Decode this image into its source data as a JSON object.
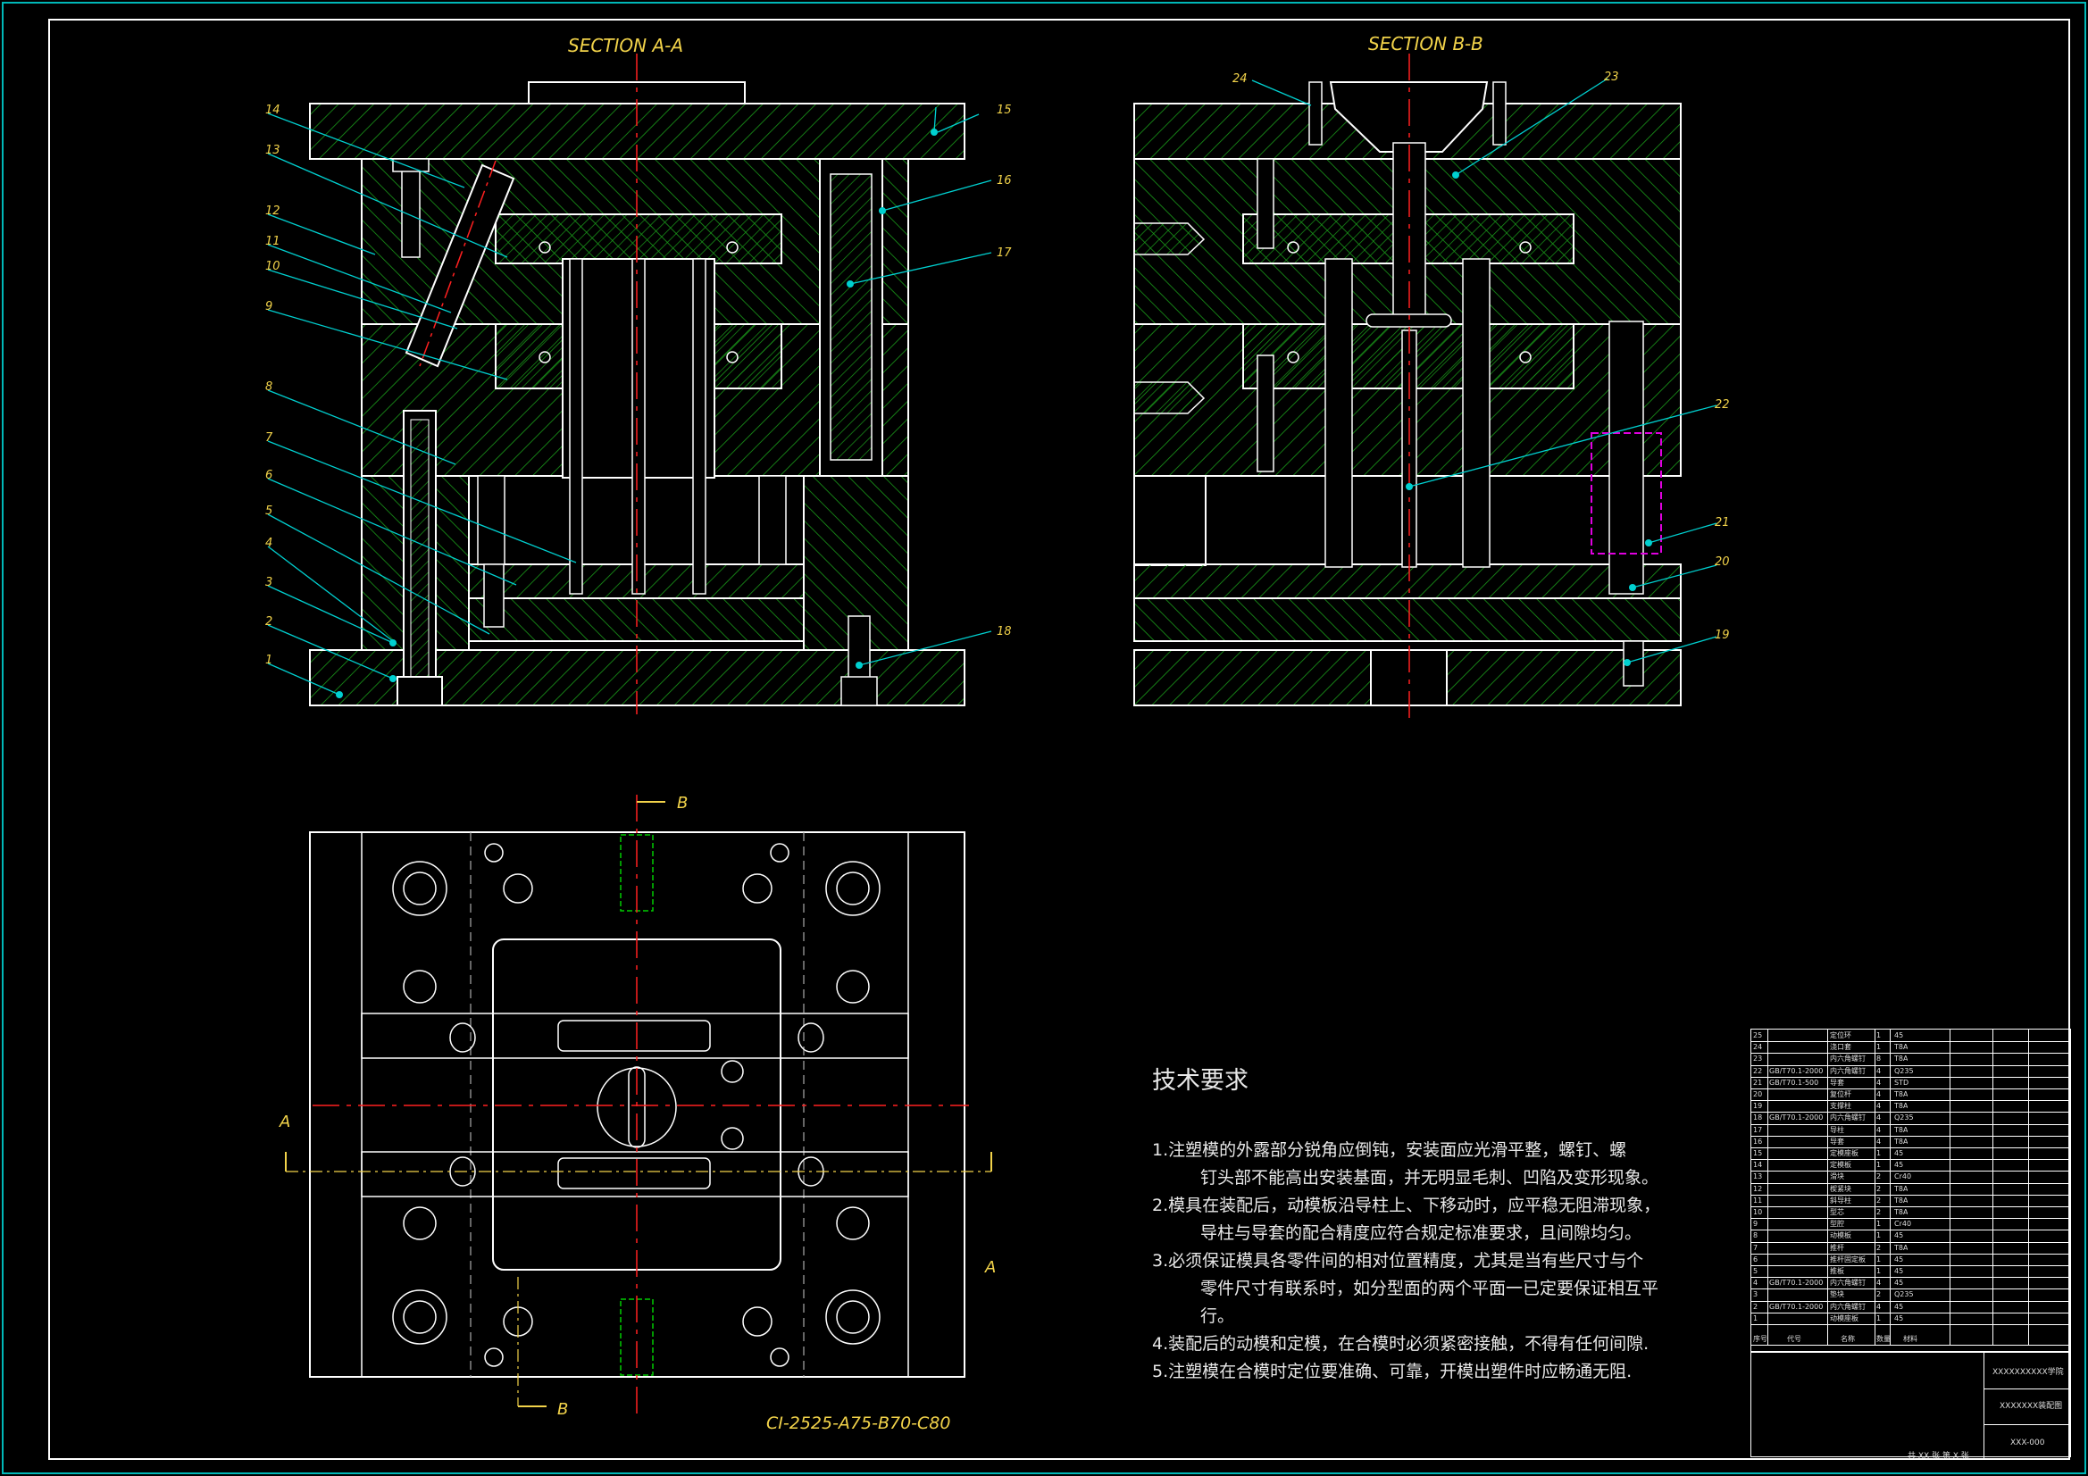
{
  "views": {
    "section_aa_title": "SECTION A-A",
    "section_bb_title": "SECTION B-B",
    "mold_base_code": "CI-2525-A75-B70-C80",
    "cut_a_label": "A",
    "cut_b_label": "B"
  },
  "callouts_aa": [
    "1",
    "2",
    "3",
    "4",
    "5",
    "6",
    "7",
    "8",
    "9",
    "10",
    "11",
    "12",
    "13",
    "14",
    "15",
    "16",
    "17",
    "18"
  ],
  "callouts_bb": [
    "19",
    "20",
    "21",
    "22",
    "23",
    "24"
  ],
  "tech_requirements": {
    "title": "技术要求",
    "items": [
      {
        "first": "1.注塑模的外露部分锐角应倒钝，安装面应光滑平整，螺钉、螺",
        "cont": "钉头部不能高出安装基面，并无明显毛刺、凹陷及变形现象。"
      },
      {
        "first": "2.模具在装配后，动模板沿导柱上、下移动时，应平稳无阻滞现象，",
        "cont": "导柱与导套的配合精度应符合规定标准要求，且间隙均匀。"
      },
      {
        "first": "3.必须保证模具各零件间的相对位置精度，尤其是当有些尺寸与个",
        "cont": "零件尺寸有联系时，如分型面的两个平面一已定要保证相互平行。"
      },
      {
        "first": "4.装配后的动模和定模，在合模时必须紧密接触，不得有任何间隙.",
        "cont": ""
      },
      {
        "first": "5.注塑模在合模时定位要准确、可靠，开模出塑件时应畅通无阻.",
        "cont": ""
      }
    ]
  },
  "bom": [
    {
      "no": "25",
      "std": "",
      "name": "定位环",
      "qty": "1",
      "mat": "45",
      "note": ""
    },
    {
      "no": "24",
      "std": "",
      "name": "浇口套",
      "qty": "1",
      "mat": "T8A",
      "note": ""
    },
    {
      "no": "23",
      "std": "",
      "name": "内六角螺钉",
      "qty": "8",
      "mat": "T8A",
      "note": ""
    },
    {
      "no": "22",
      "std": "GB/T70.1-2000",
      "name": "内六角螺钉",
      "qty": "4",
      "mat": "Q235",
      "note": ""
    },
    {
      "no": "21",
      "std": "GB/T70.1-500",
      "name": "导套",
      "qty": "4",
      "mat": "STD",
      "note": ""
    },
    {
      "no": "20",
      "std": "",
      "name": "复位杆",
      "qty": "4",
      "mat": "T8A",
      "note": ""
    },
    {
      "no": "19",
      "std": "",
      "name": "支撑柱",
      "qty": "4",
      "mat": "T8A",
      "note": ""
    },
    {
      "no": "18",
      "std": "GB/T70.1-2000",
      "name": "内六角螺钉",
      "qty": "4",
      "mat": "Q235",
      "note": ""
    },
    {
      "no": "17",
      "std": "",
      "name": "导柱",
      "qty": "4",
      "mat": "T8A",
      "note": ""
    },
    {
      "no": "16",
      "std": "",
      "name": "导套",
      "qty": "4",
      "mat": "T8A",
      "note": ""
    },
    {
      "no": "15",
      "std": "",
      "name": "定模座板",
      "qty": "1",
      "mat": "45",
      "note": ""
    },
    {
      "no": "14",
      "std": "",
      "name": "定模板",
      "qty": "1",
      "mat": "45",
      "note": ""
    },
    {
      "no": "13",
      "std": "",
      "name": "滑块",
      "qty": "2",
      "mat": "Cr40",
      "note": ""
    },
    {
      "no": "12",
      "std": "",
      "name": "楔紧块",
      "qty": "2",
      "mat": "T8A",
      "note": ""
    },
    {
      "no": "11",
      "std": "",
      "name": "斜导柱",
      "qty": "2",
      "mat": "T8A",
      "note": ""
    },
    {
      "no": "10",
      "std": "",
      "name": "型芯",
      "qty": "2",
      "mat": "T8A",
      "note": ""
    },
    {
      "no": "9",
      "std": "",
      "name": "型腔",
      "qty": "1",
      "mat": "Cr40",
      "note": ""
    },
    {
      "no": "8",
      "std": "",
      "name": "动模板",
      "qty": "1",
      "mat": "45",
      "note": ""
    },
    {
      "no": "7",
      "std": "",
      "name": "推杆",
      "qty": "2",
      "mat": "T8A",
      "note": ""
    },
    {
      "no": "6",
      "std": "",
      "name": "推杆固定板",
      "qty": "1",
      "mat": "45",
      "note": ""
    },
    {
      "no": "5",
      "std": "",
      "name": "推板",
      "qty": "1",
      "mat": "45",
      "note": ""
    },
    {
      "no": "4",
      "std": "GB/T70.1-2000",
      "name": "内六角螺钉",
      "qty": "4",
      "mat": "45",
      "note": ""
    },
    {
      "no": "3",
      "std": "",
      "name": "垫块",
      "qty": "2",
      "mat": "Q235",
      "note": ""
    },
    {
      "no": "2",
      "std": "GB/T70.1-2000",
      "name": "内六角螺钉",
      "qty": "4",
      "mat": "45",
      "note": ""
    },
    {
      "no": "1",
      "std": "",
      "name": "动模座板",
      "qty": "1",
      "mat": "45",
      "note": ""
    }
  ],
  "title_block": {
    "school": "XXXXXXXXXX学院",
    "drawing_name": "XXXXXXX装配图",
    "drawing_no": "XXX-000",
    "sheet": "共 XX 张  第 X 张",
    "header_no": "序号",
    "header_std": "代号",
    "header_name": "名称",
    "header_qty": "数量",
    "header_mat": "材料"
  },
  "colors": {
    "background": "#000000",
    "frame": "#00cccc",
    "outline": "#ffffff",
    "hatch": "#00aa00",
    "centerline": "#ff2020",
    "callout": "#00d0d0",
    "label": "#f2d34a",
    "hidden": "#aaaaaa",
    "spring": "#e000e0"
  }
}
